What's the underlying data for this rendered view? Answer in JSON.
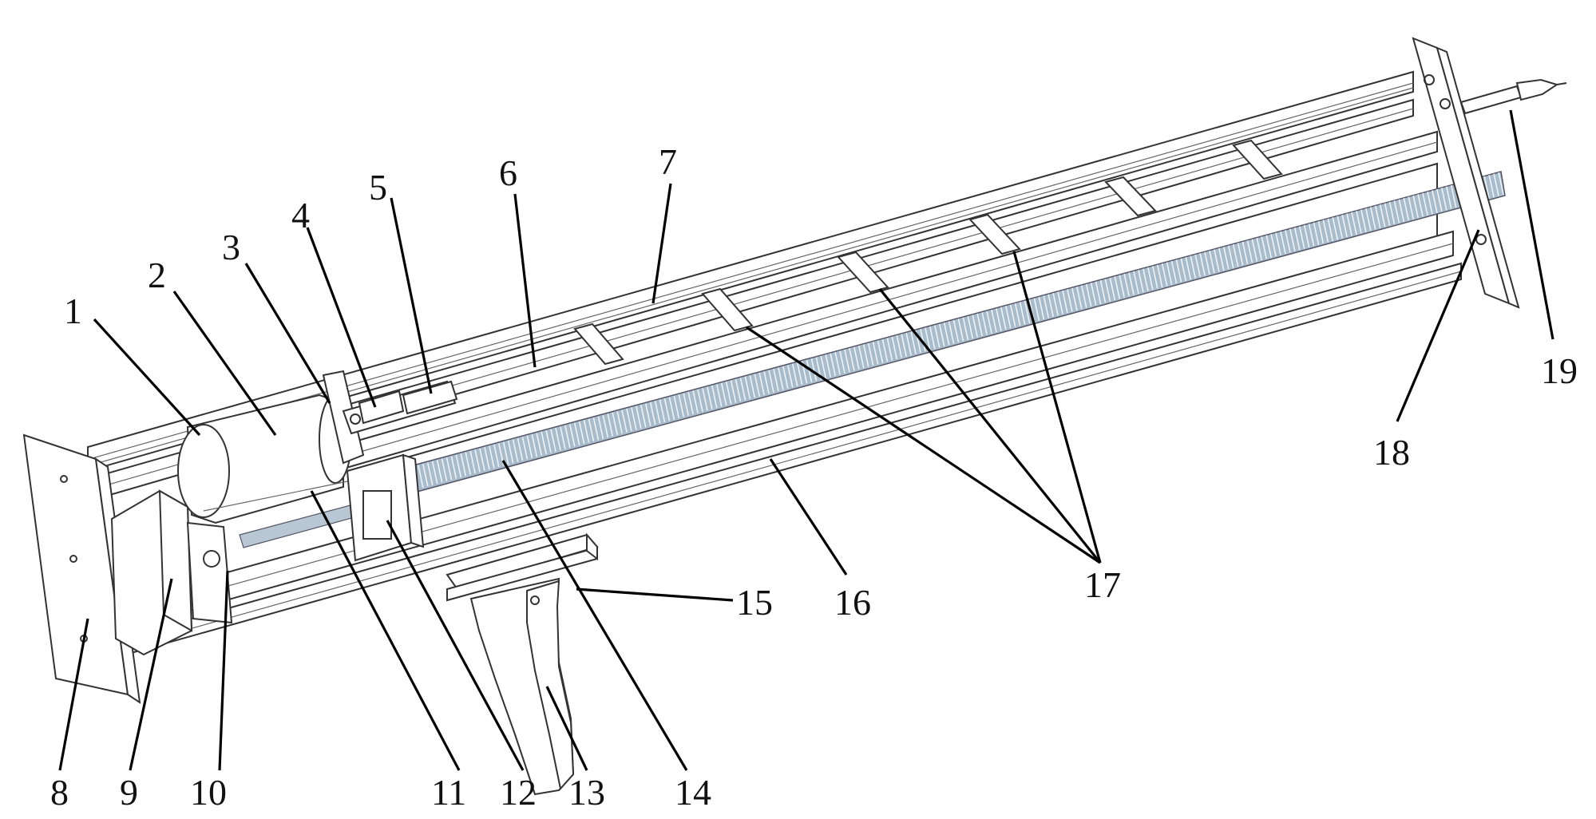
{
  "figure": {
    "labels": [
      "1",
      "2",
      "3",
      "4",
      "5",
      "6",
      "7",
      "8",
      "9",
      "10",
      "11",
      "12",
      "13",
      "14",
      "15",
      "16",
      "17",
      "18",
      "19"
    ]
  },
  "colors": {
    "ink": "#333333",
    "screw": "#a9bccc",
    "leader": "#000000"
  }
}
